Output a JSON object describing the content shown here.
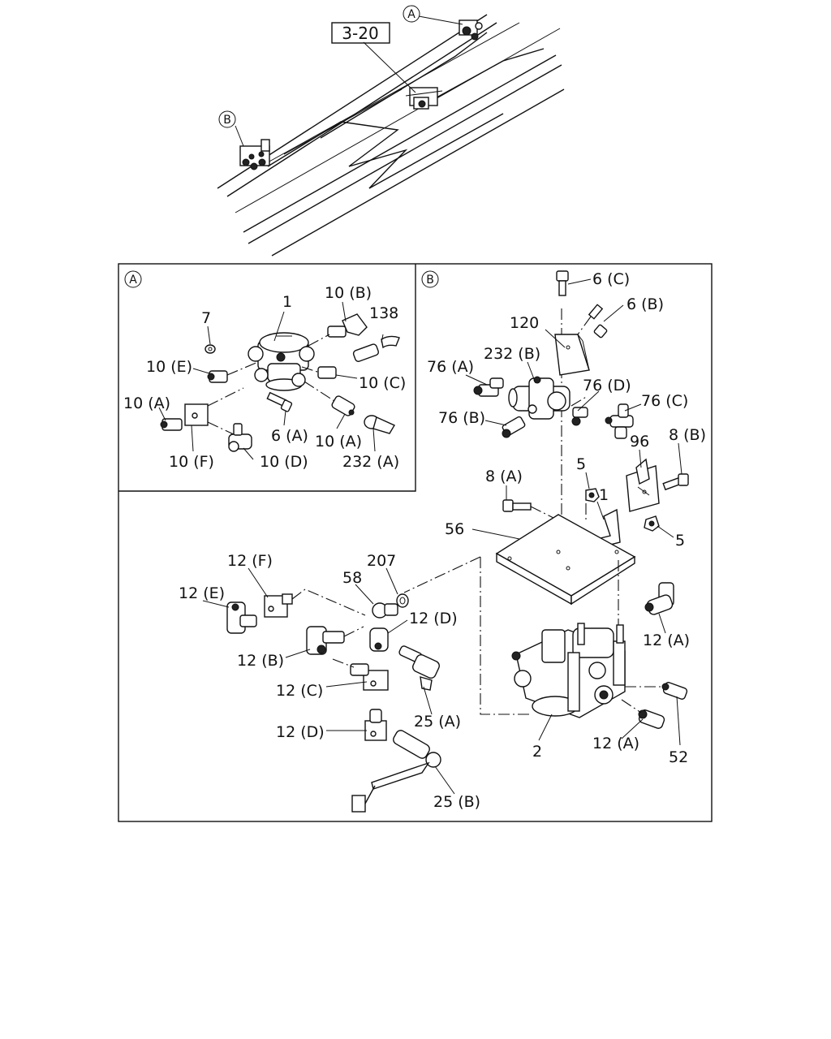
{
  "reference": "3-20",
  "detail_markers": {
    "a": "A",
    "b": "B"
  },
  "labels": {
    "a_1": "1",
    "a_10b": "10 (B)",
    "a_138": "138",
    "a_7": "7",
    "a_10e": "10 (E)",
    "a_10c": "10 (C)",
    "a_10a_left": "10 (A)",
    "a_6a": "6 (A)",
    "a_10a_right": "10 (A)",
    "a_10f": "10 (F)",
    "a_10d": "10 (D)",
    "a_232a": "232 (A)",
    "b_6c": "6 (C)",
    "b_6b": "6 (B)",
    "b_120": "120",
    "b_232b": "232 (B)",
    "b_76a": "76 (A)",
    "b_76d": "76 (D)",
    "b_76c": "76 (C)",
    "b_76b": "76 (B)",
    "b_96": "96",
    "b_8b": "8 (B)",
    "b_5_top": "5",
    "b_8a": "8 (A)",
    "b_1": "1",
    "b_56": "56",
    "b_5_right": "5",
    "b_12f": "12 (F)",
    "b_207": "207",
    "b_58": "58",
    "b_12e": "12 (E)",
    "b_12d_top": "12 (D)",
    "b_12a_top": "12 (A)",
    "b_12b": "12 (B)",
    "b_12c": "12 (C)",
    "b_25a": "25 (A)",
    "b_12d_bottom": "12 (D)",
    "b_2": "2",
    "b_12a_bottom": "12 (A)",
    "b_52": "52",
    "b_25b": "25 (B)"
  }
}
